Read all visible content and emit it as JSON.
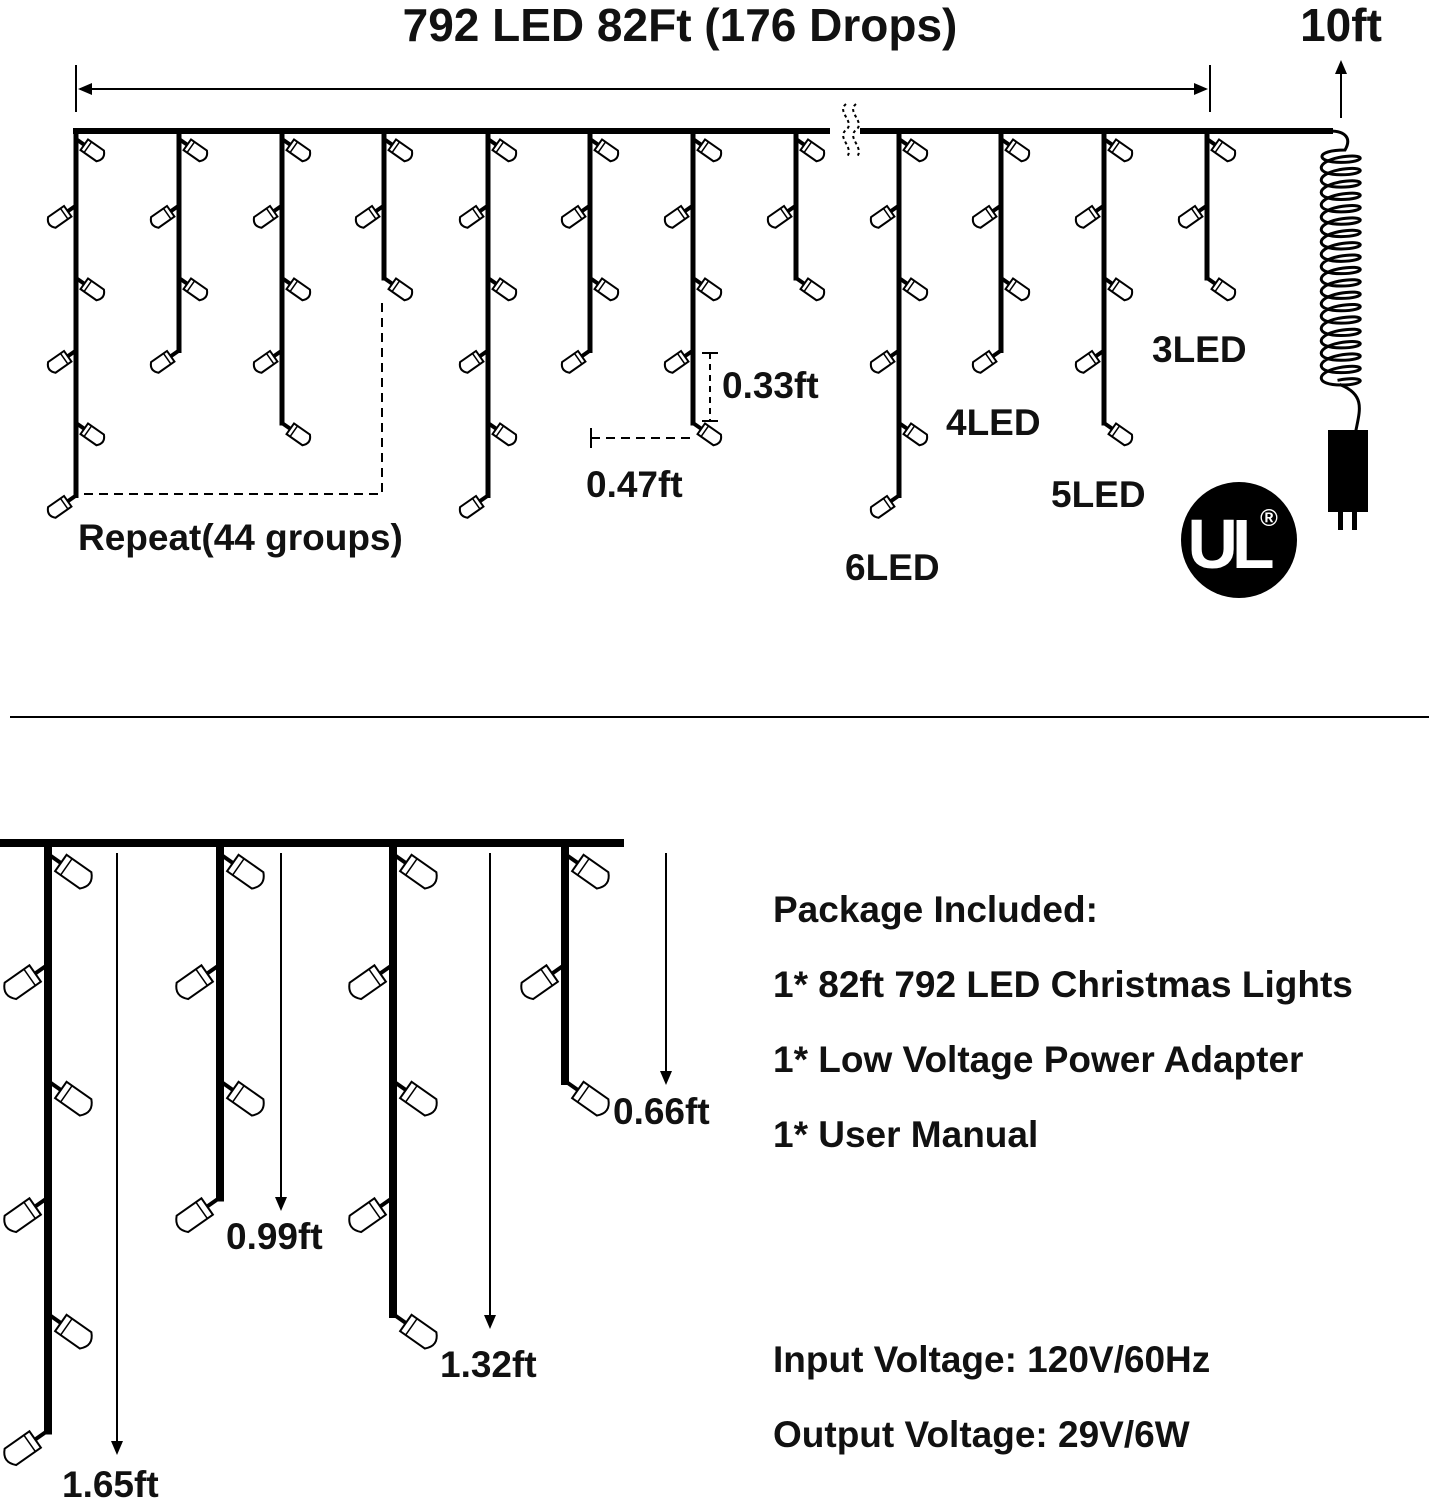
{
  "top": {
    "title": "792 LED 82Ft (176 Drops)",
    "cord_length": "10ft",
    "led_spacing": "0.33ft",
    "drop_spacing": "0.47ft",
    "repeat_note": "Repeat(44 groups)",
    "led_labels": [
      "6LED",
      "4LED",
      "5LED",
      "3LED"
    ],
    "logo_text": "UL",
    "logo_mark": "®",
    "pattern": [
      6,
      4,
      5,
      3
    ]
  },
  "bottom": {
    "lengths": [
      "1.65ft",
      "0.99ft",
      "1.32ft",
      "0.66ft"
    ],
    "package_title": "Package Included:",
    "package_items": [
      "1* 82ft 792 LED Christmas Lights",
      "1* Low Voltage Power Adapter",
      "1* User Manual"
    ],
    "input_voltage": "Input Voltage: 120V/60Hz",
    "output_voltage": "Output Voltage: 29V/6W"
  },
  "colors": {
    "line": "#000000",
    "bulb_fill": "#ffffff",
    "background": "#ffffff"
  }
}
